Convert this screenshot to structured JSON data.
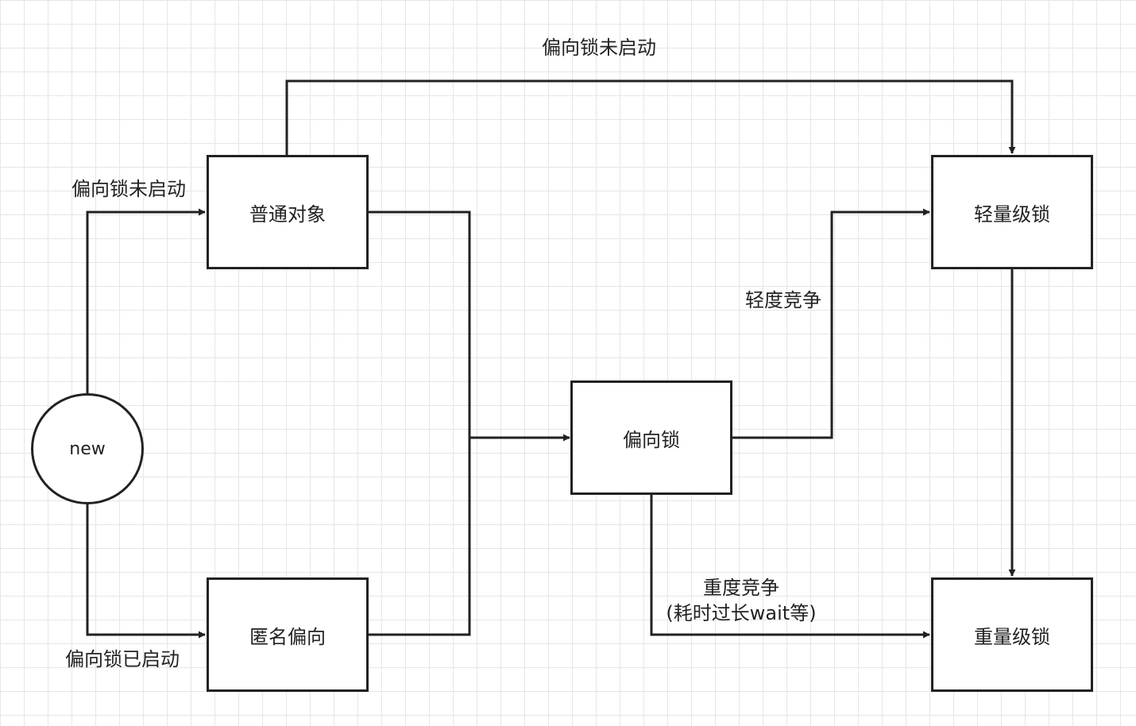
{
  "nodes": {
    "new": "new",
    "normal_object": "普通对象",
    "anonymous_biased": "匿名偏向",
    "biased_lock": "偏向锁",
    "lightweight_lock": "轻量级锁",
    "heavyweight_lock": "重量级锁"
  },
  "edge_labels": {
    "top_not_started": "偏向锁未启动",
    "left_not_started": "偏向锁未启动",
    "left_started": "偏向锁已启动",
    "light_contention": "轻度竞争",
    "heavy_contention_line1": "重度竞争",
    "heavy_contention_line2": "(耗时过长wait等)"
  },
  "colors": {
    "line": "#222222",
    "grid": "#e6e6e6",
    "background": "#ffffff"
  }
}
